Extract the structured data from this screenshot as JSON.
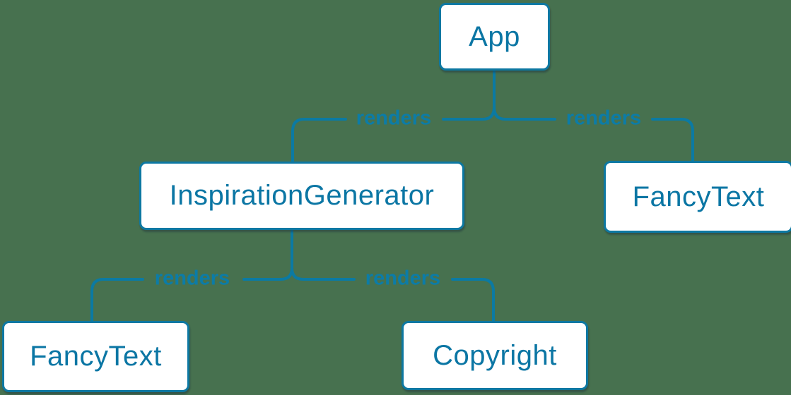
{
  "diagram": {
    "type": "component-render-tree",
    "colors": {
      "background": "#47714f",
      "accent_blue": "#0b7aa3",
      "node_fill": "#ffffff",
      "node_border": "#0d78a2",
      "node_text": "#0b76a4",
      "edge_label_text": "#0c7ca7"
    },
    "nodes": [
      {
        "id": "app",
        "label": "App"
      },
      {
        "id": "inspiration-generator",
        "label": "InspirationGenerator"
      },
      {
        "id": "fancy-text-right",
        "label": "FancyText"
      },
      {
        "id": "fancy-text-left",
        "label": "FancyText"
      },
      {
        "id": "copyright",
        "label": "Copyright"
      }
    ],
    "edges": [
      {
        "from": "App",
        "to": "InspirationGenerator",
        "label": "renders"
      },
      {
        "from": "App",
        "to": "FancyText",
        "label": "renders"
      },
      {
        "from": "InspirationGenerator",
        "to": "FancyText",
        "label": "renders"
      },
      {
        "from": "InspirationGenerator",
        "to": "Copyright",
        "label": "renders"
      }
    ]
  }
}
